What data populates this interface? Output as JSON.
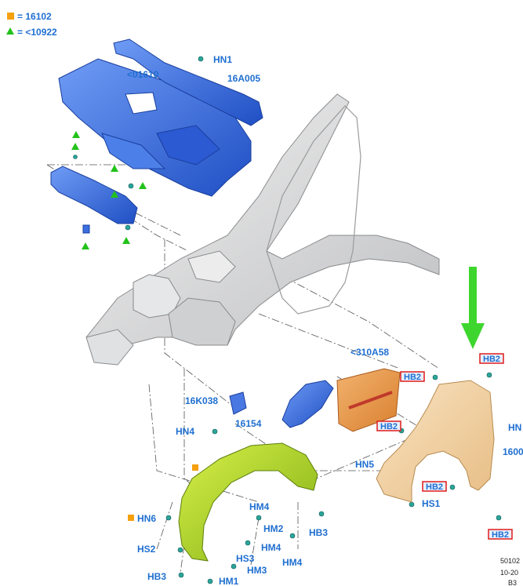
{
  "legend": [
    {
      "marker": "orange-square",
      "color": "#f5a00f",
      "text": "= 16102"
    },
    {
      "marker": "green-triangle",
      "color": "#22c21a",
      "text": "= <10922"
    }
  ],
  "labels": {
    "hn1": "HN1",
    "a16005": "16A005",
    "c01610": "<01610",
    "c310a58": "<310A58",
    "k16038": "16K038",
    "hn4": "HN4",
    "p16154": "16154",
    "hn5": "HN5",
    "hs1": "HS1",
    "p1600": "1600",
    "hn_right": "HN",
    "hn6": "HN6",
    "hm4a": "HM4",
    "hm2": "HM2",
    "hb3a": "HB3",
    "hm4b": "HM4",
    "hs2": "HS2",
    "hs3": "HS3",
    "hb3b": "HB3",
    "hm1": "HM1",
    "hm3": "HM3"
  },
  "hb_boxes": {
    "hb_top_right": "HB2",
    "hb_mid_left": "HB2",
    "hb_mid": "HB2",
    "hb_lower": "HB2",
    "hb_bottom_right": "HB2"
  },
  "footer": {
    "line1": "50102",
    "line2": "10-20",
    "line3": "B3"
  },
  "colors": {
    "label_blue": "#1f6fd1",
    "highlight_box": "#e01b1b",
    "arrow_green": "#3ed62e",
    "part_blue": "#3b6fe0",
    "liner_green": "#9fd21a",
    "fender_tan": "#f0cf9e",
    "shield_orange": "#e89a4c",
    "body_grey": "#d9dadb"
  }
}
